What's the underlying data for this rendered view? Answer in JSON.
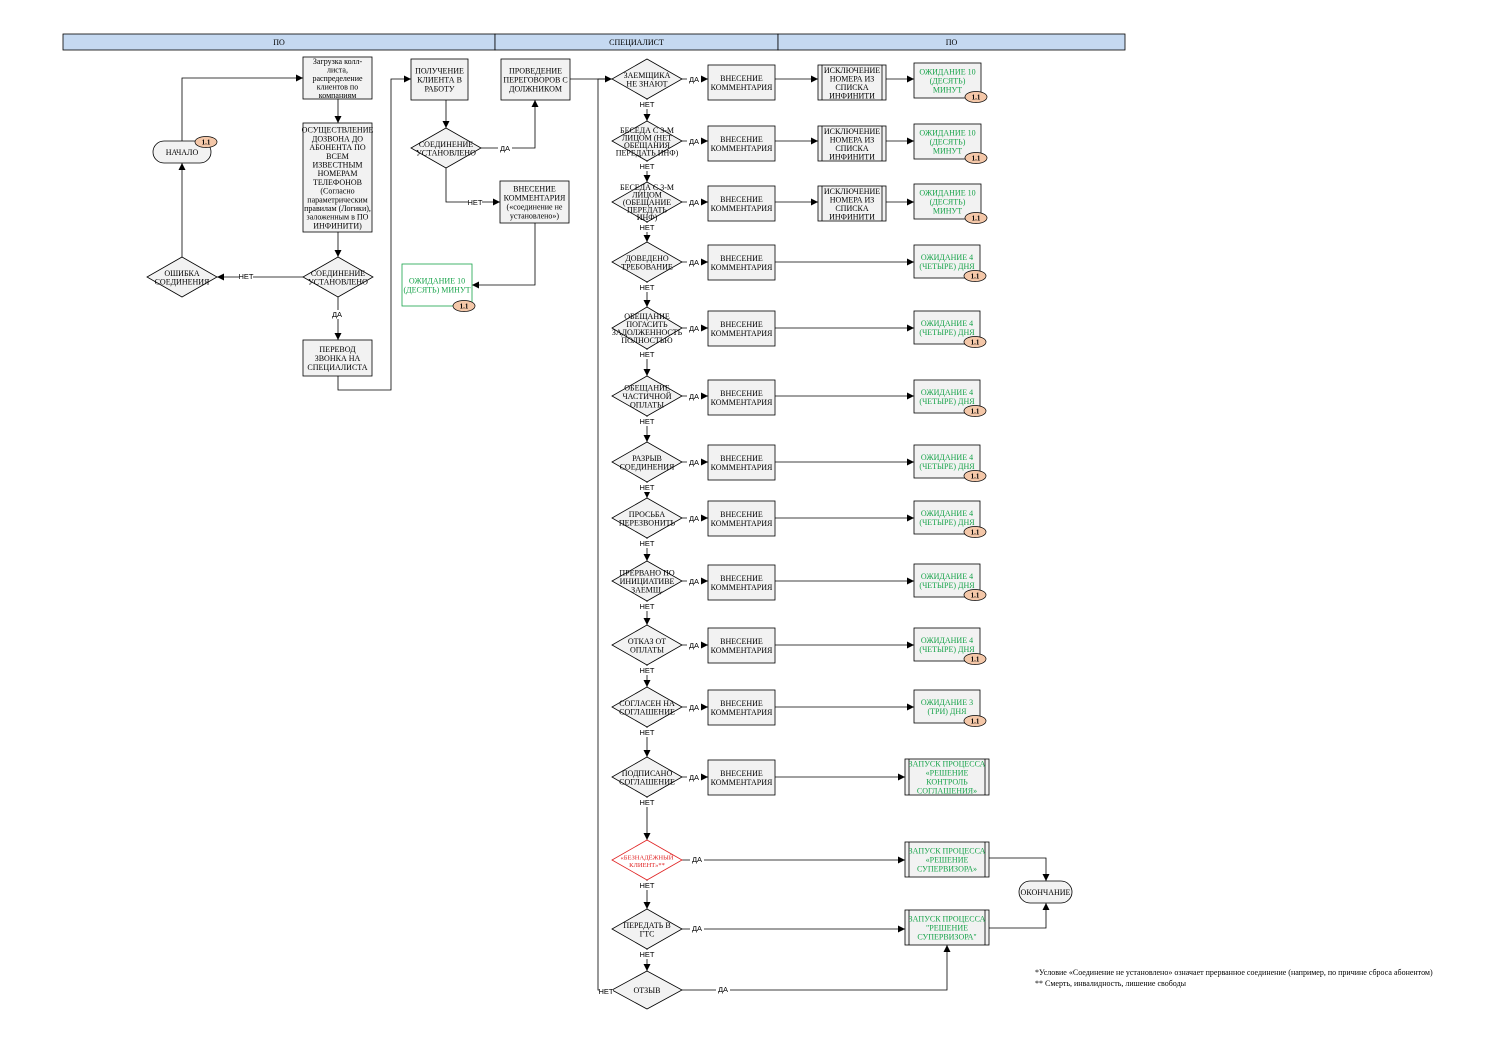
{
  "lanes": [
    "ПО",
    "СПЕЦИАЛИСТ",
    "ПО"
  ],
  "start_label": "НАЧАЛО",
  "end_label": "ОКОНЧАНИЕ",
  "badge": "1.1",
  "yes": "ДА",
  "no": "НЕТ",
  "load_call_list": [
    "Загрузка колл-",
    "листа,",
    "распределение",
    "клиентов по",
    "компаниям"
  ],
  "dial_all": [
    "ОСУЩЕСТВЛЕНИЕ",
    "ДОЗВОНА ДО",
    "АБОНЕНТА ПО",
    "ВСЕМ",
    "ИЗВЕСТНЫМ",
    "НОМЕРАМ",
    "ТЕЛЕФОНОВ",
    "(Согласно",
    "параметрическим",
    "правилам (Логики),",
    "заложенным в ПО",
    "ИНФИНИТИ)"
  ],
  "connected_q": [
    "СОЕДИНЕНИЕ",
    "УСТАНОВЛЕНО"
  ],
  "connection_error": [
    "ОШИБКА",
    "СОЕДИНЕНИЯ"
  ],
  "transfer_call": [
    "ПЕРЕВОД",
    "ЗВОНКА НА",
    "СПЕЦИАЛИСТА"
  ],
  "get_client": [
    "ПОЛУЧЕНИЕ",
    "КЛИЕНТА В",
    "РАБОТУ"
  ],
  "negotiation": [
    "ПРОВЕДЕНИЕ",
    "ПЕРЕГОВОРОВ С",
    "ДОЛЖНИКОМ"
  ],
  "comment_not_connected": [
    "ВНЕСЕНИЕ",
    "КОММЕНТАРИЯ",
    "(«соединение не",
    "установлено»)"
  ],
  "wait_10_left": [
    "ОЖИДАНИЕ 10",
    "(ДЕСЯТЬ) МИНУТ"
  ],
  "comment": [
    "ВНЕСЕНИЕ",
    "КОММЕНТАРИЯ"
  ],
  "exclude": [
    "ИСКЛЮЧЕНИЕ",
    "НОМЕРА ИЗ",
    "СПИСКА",
    "ИНФИНИТИ"
  ],
  "wait_10": [
    "ОЖИДАНИЕ 10",
    "(ДЕСЯТЬ)",
    "МИНУТ"
  ],
  "wait_4": [
    "ОЖИДАНИЕ 4",
    "(ЧЕТЫРЕ) ДНЯ"
  ],
  "wait_3": [
    "ОЖИДАНИЕ 3",
    "(ТРИ) ДНЯ"
  ],
  "proc_control": [
    "ЗАПУСК ПРОЦЕССА",
    "«РЕШЕНИЕ",
    "КОНТРОЛЬ",
    "СОГЛАШЕНИЯ»"
  ],
  "proc_supervisor1": [
    "ЗАПУСК ПРОЦЕССА",
    "«РЕШЕНИЕ",
    "СУПЕРВИЗОРА»"
  ],
  "proc_supervisor2": [
    "ЗАПУСК ПРОЦЕССА",
    "\"РЕШЕНИЕ",
    "СУПЕРВИЗОРА\""
  ],
  "decisions": [
    [
      "ЗАЕМЩИКА",
      "НЕ ЗНАЮТ"
    ],
    [
      "БЕСЕДА С 3-М",
      "ЛИЦОМ (НЕТ",
      "ОБЕЩАНИЯ",
      "ПЕРЕДАТЬ ИНФ)"
    ],
    [
      "БЕСЕДА С 3-М",
      "ЛИЦОМ",
      "(ОБЕЩАНИЕ",
      "ПЕРЕДАТЬ",
      "ИНФ)"
    ],
    [
      "ДОВЕДЕНО",
      "ТРЕБОВАНИЕ"
    ],
    [
      "ОБЕЩАНИЕ",
      "ПОГАСИТЬ",
      "ЗАДОЛЖЕННОСТЬ",
      "ПОЛНОСТЬЮ"
    ],
    [
      "ОБЕЩАНИЕ",
      "ЧАСТИЧНОЙ",
      "ОПЛАТЫ"
    ],
    [
      "РАЗРЫВ",
      "СОЕДИНЕНИЯ"
    ],
    [
      "ПРОСЬБА",
      "ПЕРЕЗВОНИТЬ"
    ],
    [
      "ПРЕРВАНО ПО",
      "ИНИЦИАТИВЕ",
      "ЗАЕМЩ."
    ],
    [
      "ОТКАЗ ОТ",
      "ОПЛАТЫ"
    ],
    [
      "СОГЛАСЕН НА",
      "СОГЛАШЕНИЕ"
    ],
    [
      "ПОДПИСАНО",
      "СОГЛАШЕНИЕ"
    ],
    [
      "«БЕЗНАДЁЖНЫЙ",
      "КЛИЕНТ»**"
    ],
    [
      "ПЕРЕДАТЬ В",
      "ГТС"
    ],
    [
      "ОТЗЫВ"
    ]
  ],
  "footnotes": [
    "*Условие «Соединение не установлено» означает прерванное соединение (например, по причине сброса абонентом)",
    "** Смерть, инвалидность, лишение свободы"
  ]
}
